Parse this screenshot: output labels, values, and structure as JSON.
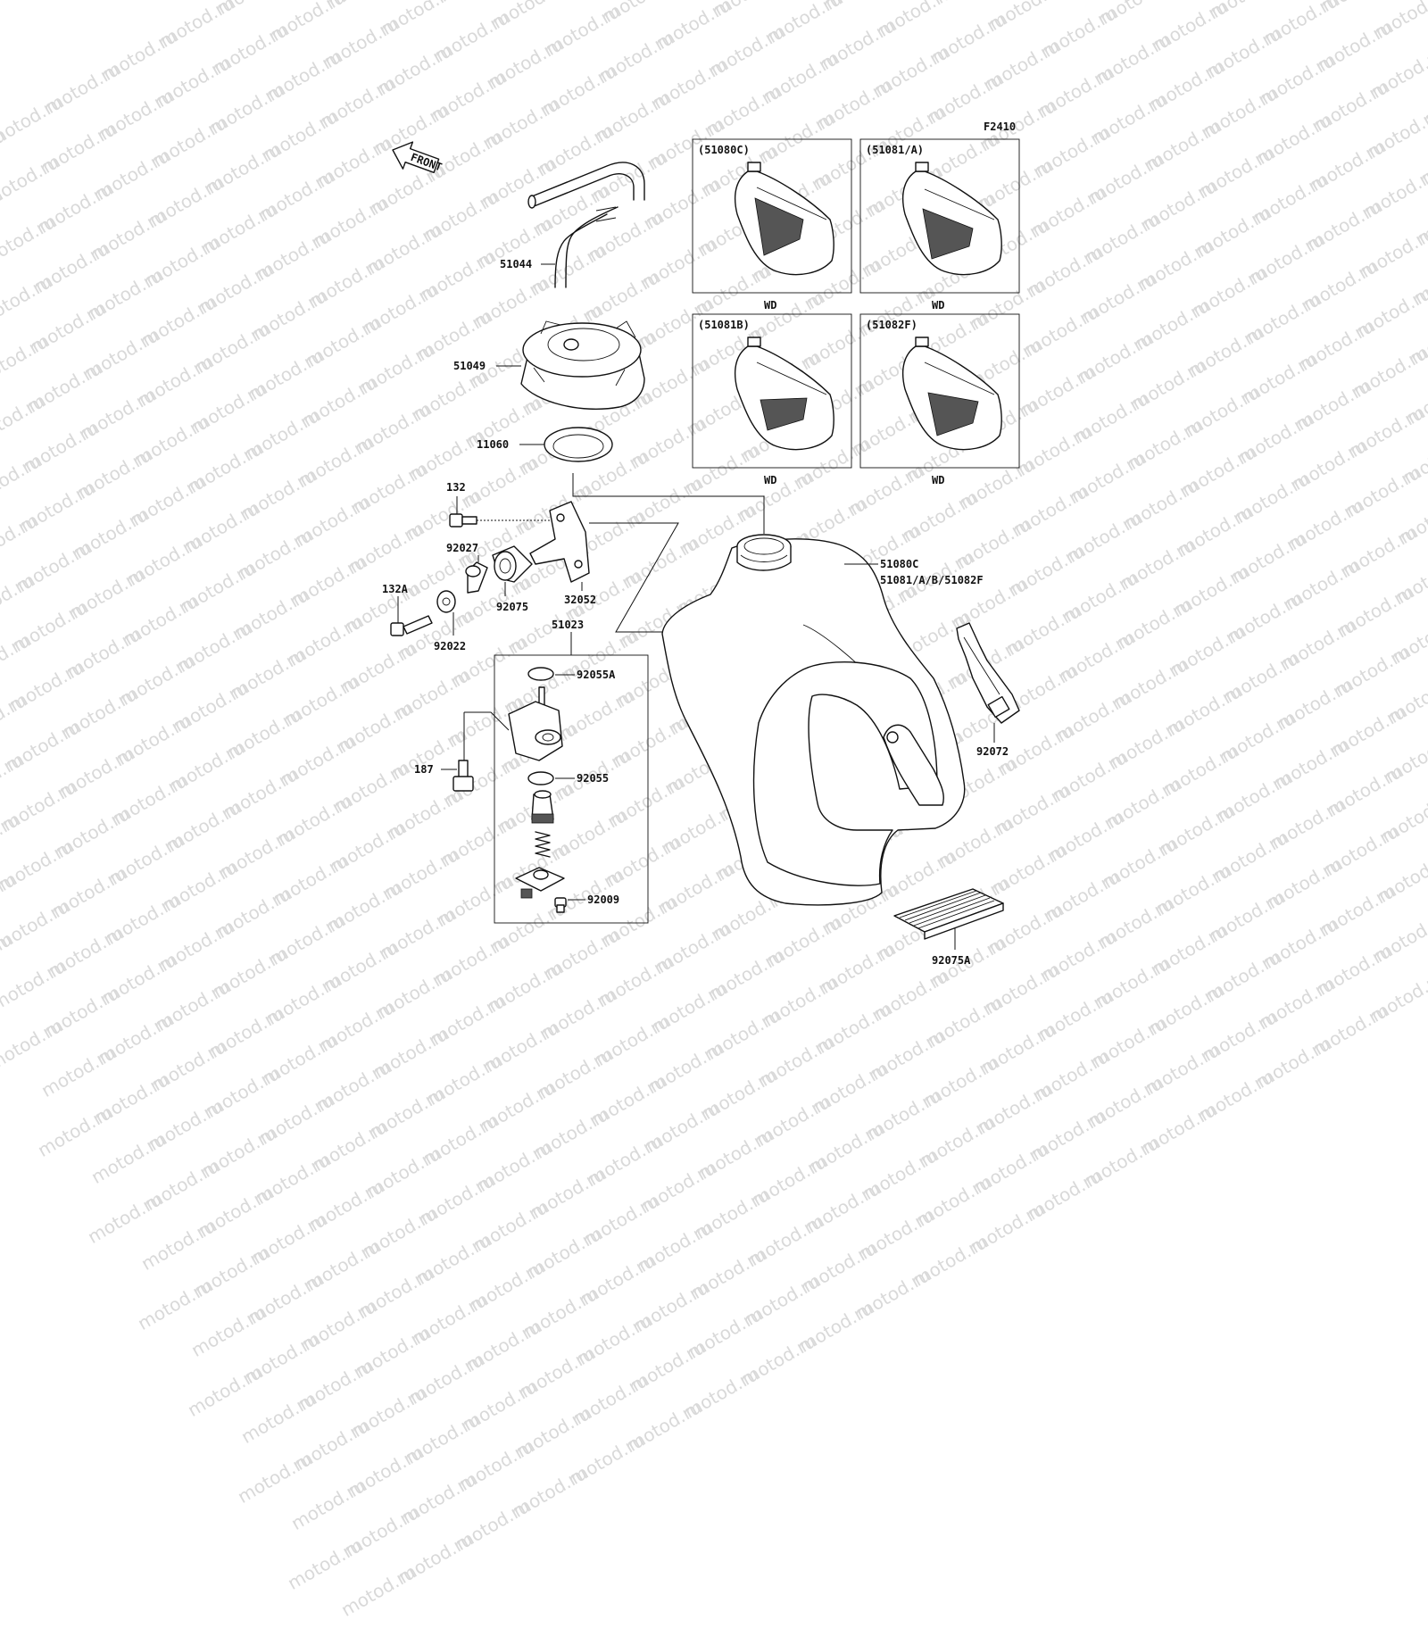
{
  "watermark": {
    "text": "motod.ru",
    "color": "#d9d9d9"
  },
  "figure_code": "F2410",
  "front_arrow_label": "FRONT",
  "variant_boxes": [
    {
      "code": "(51080C)",
      "label": "WD"
    },
    {
      "code": "(51081/A)",
      "label": "WD"
    },
    {
      "code": "(51081B)",
      "label": "WD"
    },
    {
      "code": "(51082F)",
      "label": "WD"
    }
  ],
  "parts": {
    "hose": "51044",
    "cap": "51049",
    "gasket": "11060",
    "bolt_132": "132",
    "collar": "92027",
    "damper": "92075",
    "bracket": "32052",
    "bolt_132a": "132A",
    "washer": "92022",
    "fuel_cock_assy": "51023",
    "oring_a": "92055A",
    "bolt_187": "187",
    "oring": "92055",
    "screw": "92009",
    "tank_line1": "51080C",
    "tank_line2": "51081/A/B/51082F",
    "band": "92072",
    "pad": "92075A"
  }
}
